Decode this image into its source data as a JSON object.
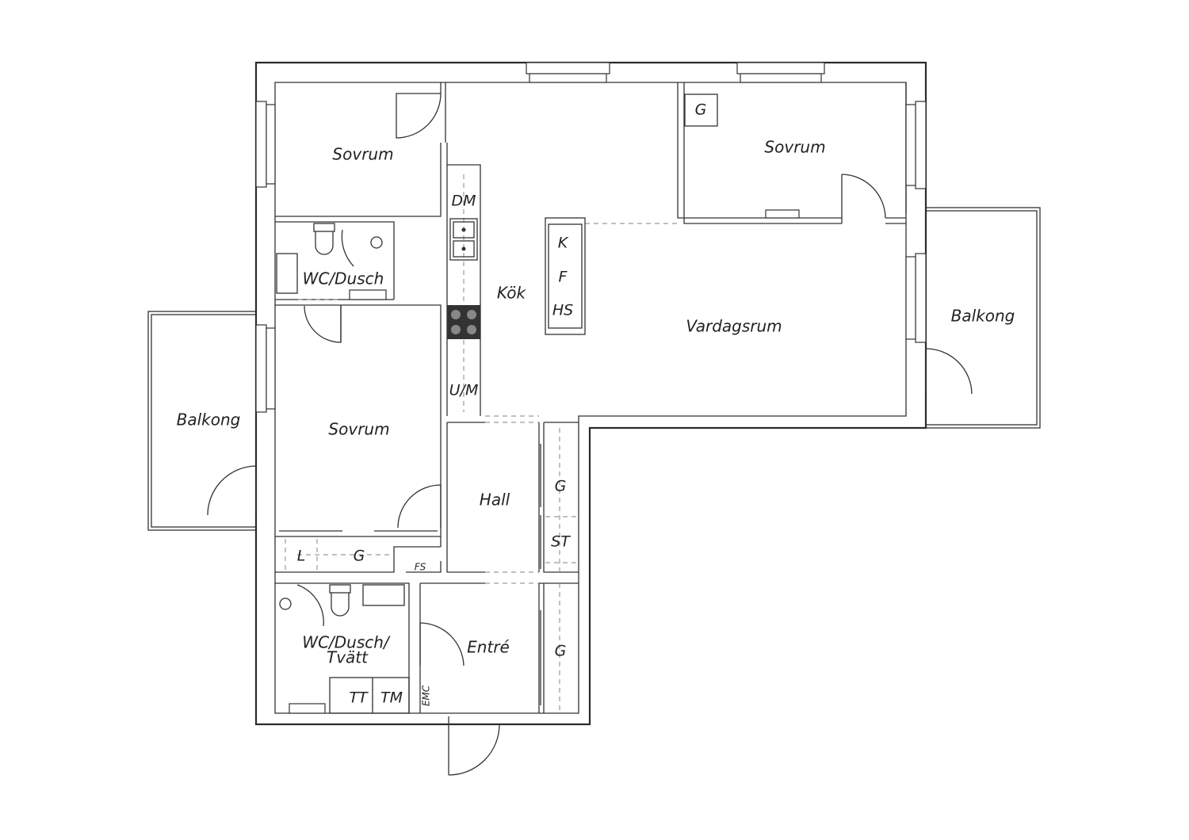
{
  "rooms": {
    "sovrum_nw": "Sovrum",
    "sovrum_ne": "Sovrum",
    "sovrum_w": "Sovrum",
    "wc_dusch": "WC/Dusch",
    "kok": "Kök",
    "vardagsrum": "Vardagsrum",
    "balkong_w": "Balkong",
    "balkong_e": "Balkong",
    "hall": "Hall",
    "entre": "Entré",
    "wc_dusch_tvatt_line1": "WC/Dusch/",
    "wc_dusch_tvatt_line2": "Tvätt"
  },
  "fixtures": {
    "dm": "DM",
    "um": "U/M",
    "k": "K",
    "f": "F",
    "hs": "HS",
    "g_ne": "G",
    "g_hall": "G",
    "st": "ST",
    "g_entre": "G",
    "l": "L",
    "g_closet": "G",
    "fs": "FS",
    "tt": "TT",
    "tm": "TM",
    "emc": "EMC"
  }
}
